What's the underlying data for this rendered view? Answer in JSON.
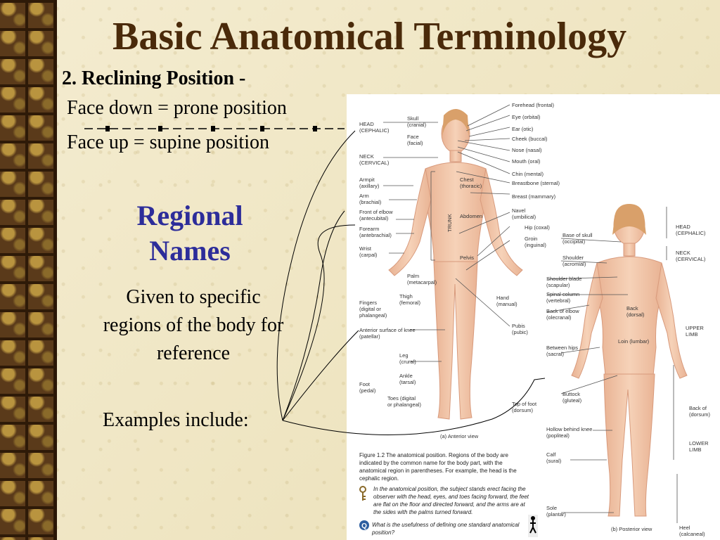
{
  "slide": {
    "title": "Basic Anatomical Terminology",
    "subhead": "2.  Reclining Position -",
    "line1": "Face down = prone position",
    "line2": "Face up = supine position",
    "regional_line1": "Regional",
    "regional_line2": "Names",
    "given_line1": "Given to specific",
    "given_line2": "regions of the body for",
    "given_line3": "reference",
    "examples": "Examples include:"
  },
  "figure": {
    "anterior_left_labels": [
      {
        "t1": "HEAD",
        "t2": "(CEPHALIC)"
      },
      {
        "t1": "NECK",
        "t2": "(CERVICAL)"
      },
      {
        "t1": "Armpit",
        "t2": "(axillary)"
      },
      {
        "t1": "Arm",
        "t2": "(brachial)"
      },
      {
        "t1": "Front of elbow",
        "t2": "(antecubital)"
      },
      {
        "t1": "Forearm",
        "t2": "(antebrachial)"
      },
      {
        "t1": "Wrist",
        "t2": "(carpal)"
      },
      {
        "t1": "Fingers",
        "t2": "(digital or",
        "t3": "phalangeal)"
      },
      {
        "t1": "Anterior surface of knee",
        "t2": "(patellar)"
      },
      {
        "t1": "Foot",
        "t2": "(pedal)"
      }
    ],
    "anterior_mid_labels": [
      {
        "t1": "Skull",
        "t2": "(cranial)"
      },
      {
        "t1": "Face",
        "t2": "(facial)"
      },
      {
        "t1": "Chest",
        "t2": "(thoracic)"
      },
      {
        "t1": "Abdomen"
      },
      {
        "t1": "TRUNK"
      },
      {
        "t1": "Pelvis"
      },
      {
        "t1": "Palm",
        "t2": "(metacarpal)"
      },
      {
        "t1": "Thigh",
        "t2": "(femoral)"
      },
      {
        "t1": "Leg",
        "t2": "(crural)"
      },
      {
        "t1": "Ankle",
        "t2": "(tarsal)"
      },
      {
        "t1": "Toes (digital",
        "t2": "or phalangeal)"
      }
    ],
    "anterior_right_labels": [
      {
        "t1": "Forehead (frontal)"
      },
      {
        "t1": "Eye (orbital)"
      },
      {
        "t1": "Ear (otic)"
      },
      {
        "t1": "Cheek (buccal)"
      },
      {
        "t1": "Nose (nasal)"
      },
      {
        "t1": "Mouth (oral)"
      },
      {
        "t1": "Chin (mental)"
      },
      {
        "t1": "Breastbone (sternal)"
      },
      {
        "t1": "Breast (mammary)"
      },
      {
        "t1": "Navel",
        "t2": "(umbilical)"
      },
      {
        "t1": "Hip (coxal)"
      },
      {
        "t1": "Groin",
        "t2": "(inguinal)"
      },
      {
        "t1": "Hand",
        "t2": "(manual)"
      },
      {
        "t1": "Pubis",
        "t2": "(pubic)"
      },
      {
        "t1": "Top of foot",
        "t2": "(dorsum)"
      }
    ],
    "posterior_left_labels": [
      {
        "t1": "Base of skull",
        "t2": "(occipital)"
      },
      {
        "t1": "Shoulder",
        "t2": "(acromial)"
      },
      {
        "t1": "Shoulder blade",
        "t2": "(scapular)"
      },
      {
        "t1": "Spinal column",
        "t2": "(vertebral)"
      },
      {
        "t1": "Back of elbow",
        "t2": "(olecranal)"
      },
      {
        "t1": "Between hips",
        "t2": "(sacral)"
      },
      {
        "t1": "Buttock",
        "t2": "(gluteal)"
      },
      {
        "t1": "Hollow behind knee",
        "t2": "(popliteal)"
      },
      {
        "t1": "Calf",
        "t2": "(sural)"
      },
      {
        "t1": "Sole",
        "t2": "(plantar)"
      }
    ],
    "posterior_right_labels": [
      {
        "t1": "HEAD",
        "t2": "(CEPHALIC)"
      },
      {
        "t1": "NECK",
        "t2": "(CERVICAL)"
      },
      {
        "t1": "Back",
        "t2": "(dorsal)"
      },
      {
        "t1": "Loin (lumbar)"
      },
      {
        "t1": "UPPER",
        "t2": "LIMB"
      },
      {
        "t1": "Back of",
        "t2": "(dorsum)"
      },
      {
        "t1": "LOWER",
        "t2": "LIMB"
      },
      {
        "t1": "Heel",
        "t2": "(calcaneal)"
      }
    ],
    "view_a": "(a) Anterior view",
    "view_b": "(b) Posterior view",
    "caption_l1": "Figure 1.2  The anatomical position. Regions of the body are",
    "caption_l2": "indicated by the common name for the body part, with the",
    "caption_l3": "anatomical region in parentheses. For example, the head is the",
    "caption_l4": "cephalic region.",
    "italic_l1": "In the anatomical position, the subject stands erect facing the",
    "italic_l2": "observer with the head, eyes, and toes facing forward, the feet",
    "italic_l3": "are flat on the floor and directed forward, and the arms are at",
    "italic_l4": "the sides with the palms turned forward.",
    "question_l1": "What is the usefulness of defining one standard anatomical",
    "question_l2": "position?",
    "colors": {
      "skin": "#f2c7a8",
      "skin_shadow": "#e4a98a",
      "hair": "#d9a06a",
      "accent_title": "#4a2a0a",
      "accent_regional": "#2d2d9a"
    }
  }
}
